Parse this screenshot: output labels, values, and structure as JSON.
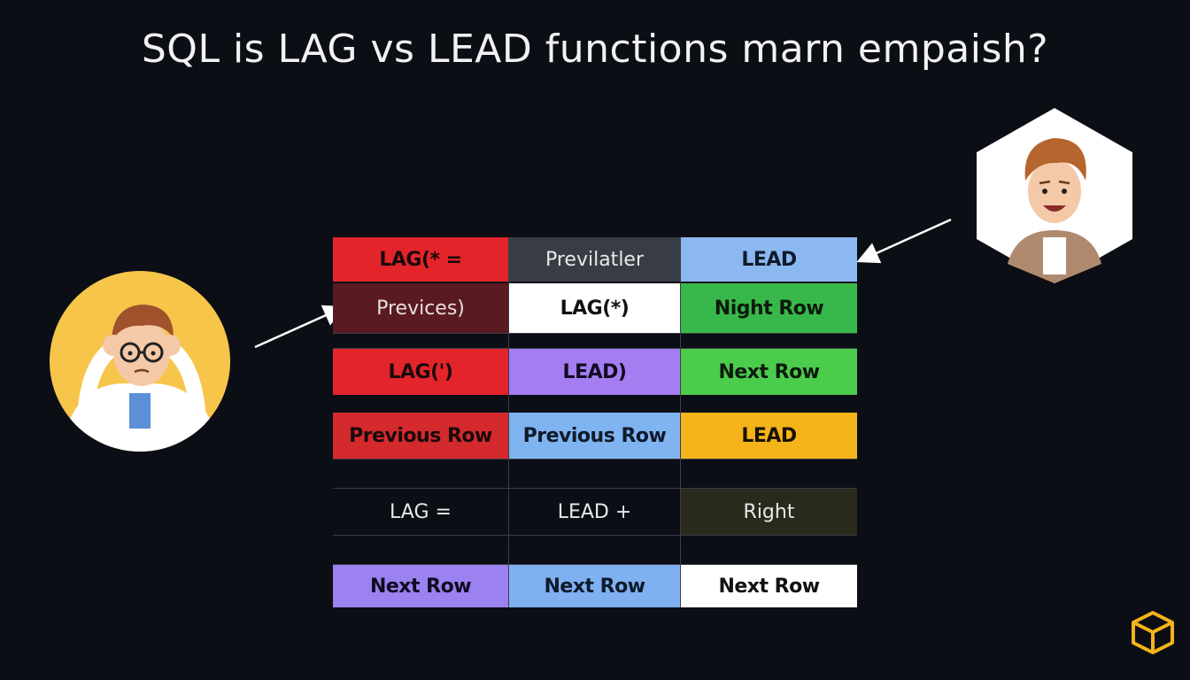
{
  "title": "SQL is LAG vs LEAD functions marn empaish?",
  "rows": [
    [
      {
        "text": "LAG(* =",
        "bg": "#e3242b",
        "color": "#1a0a0a",
        "weight": "bold"
      },
      {
        "text": "Previlatler",
        "bg": "#3a3c45",
        "color": "#e8e8e8",
        "weight": "light"
      },
      {
        "text": "LEAD",
        "bg": "#8cb8f2",
        "color": "#0f1a2a",
        "weight": "bold"
      }
    ],
    [
      {
        "text": "Previces)",
        "bg": "#5a1a22",
        "color": "#e8dede",
        "weight": "light"
      },
      {
        "text": "LAG(*)",
        "bg": "#ffffff",
        "color": "#111111",
        "weight": "bold"
      },
      {
        "text": "Night Row",
        "bg": "#38b84a",
        "color": "#0d1a0d",
        "weight": "bold"
      }
    ],
    [
      {
        "text": "LAG(')",
        "bg": "#e3242b",
        "color": "#1a0a0a",
        "weight": "bold"
      },
      {
        "text": "LEAD)",
        "bg": "#a47ef0",
        "color": "#120a22",
        "weight": "bold"
      },
      {
        "text": "Next Row",
        "bg": "#4ccc4c",
        "color": "#0d1a0d",
        "weight": "bold"
      }
    ],
    [
      {
        "text": "Previous Row",
        "bg": "#d42a2e",
        "color": "#1a0a0a",
        "weight": "bold"
      },
      {
        "text": "Previous Row",
        "bg": "#7fb4f0",
        "color": "#0f1a2a",
        "weight": "bold"
      },
      {
        "text": "LEAD",
        "bg": "#f4b41a",
        "color": "#1a1200",
        "weight": "bold"
      }
    ],
    [
      {
        "text": "LAG =",
        "bg": "#0c0e16",
        "color": "#e8e8e8",
        "weight": "light"
      },
      {
        "text": "LEAD +",
        "bg": "#0c0e16",
        "color": "#e8e8e8",
        "weight": "light"
      },
      {
        "text": "Right",
        "bg": "#2a2a1c",
        "color": "#e8e8e8",
        "weight": "light"
      }
    ],
    [
      {
        "text": "Next Row",
        "bg": "#9b82f0",
        "color": "#120a22",
        "weight": "bold"
      },
      {
        "text": "Next Row",
        "bg": "#7fb0f0",
        "color": "#0f1a2a",
        "weight": "bold"
      },
      {
        "text": "Next Row",
        "bg": "#ffffff",
        "color": "#111111",
        "weight": "bold"
      }
    ]
  ],
  "icons": {
    "left_avatar": "confused-developer-icon",
    "right_avatar": "smiling-developer-icon",
    "logo": "box-logo-icon"
  },
  "colors": {
    "background": "#0c0e16",
    "accent": "#f4b41a"
  }
}
